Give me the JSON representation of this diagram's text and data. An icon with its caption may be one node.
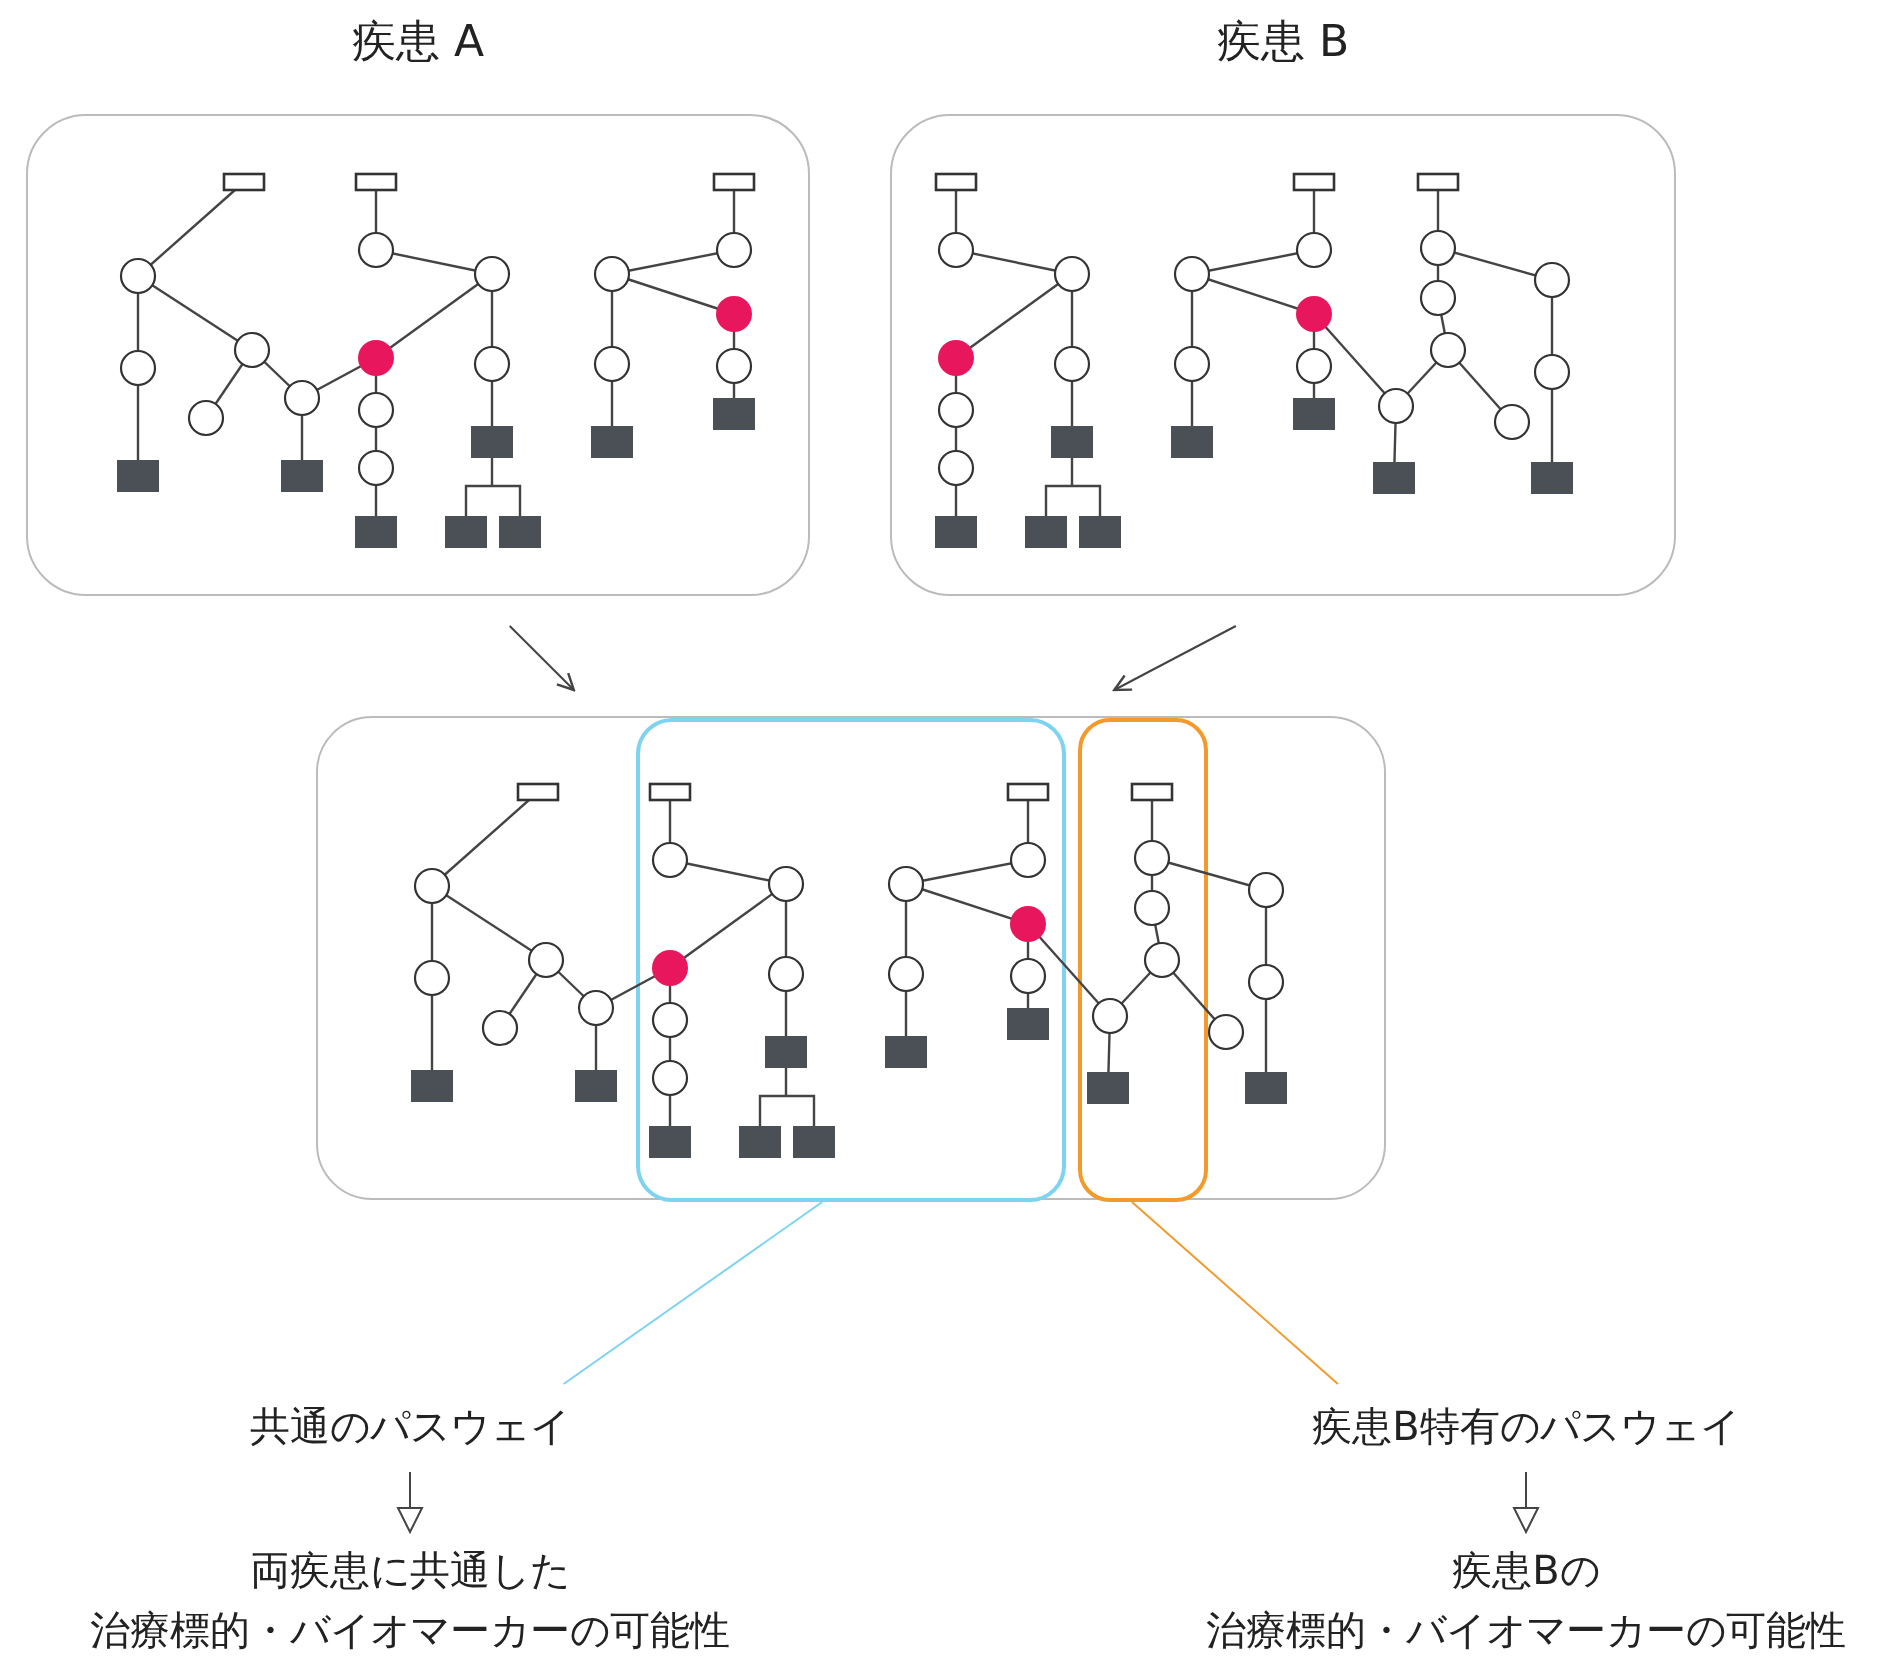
{
  "diagram": {
    "nodes": [
      {
        "text": [
          "疾患 A"
        ]
      },
      {
        "text": [
          "疾患 B"
        ]
      },
      {
        "text": [],
        "shape": "box"
      },
      {
        "text": [],
        "shape": "box",
        "in": 2
      },
      {
        "text": [],
        "shape": "box",
        "in": 2
      },
      {
        "text": [
          "共通のパスウェイ"
        ]
      },
      {
        "text": [
          "両疾患に共通した治療標的・バイオマーカーの可能性"
        ]
      },
      {
        "text": [
          "疾患B特有のパスウェイ"
        ]
      },
      {
        "text": [
          "疾患Bの治療標的・バイオマーカーの可能性"
        ]
      }
    ],
    "edges": [
      {
        "from": 0,
        "to": 2,
        "arrow": "to"
      },
      {
        "from": 1,
        "to": 2,
        "arrow": "to"
      },
      {
        "from": 3,
        "to": 5,
        "arrow": "none",
        "color": "#7dd3f0"
      },
      {
        "from": 4,
        "to": 7,
        "arrow": "none",
        "color": "#f39a2b"
      },
      {
        "from": 5,
        "to": 6,
        "arrow": "to"
      },
      {
        "from": 7,
        "to": 8,
        "arrow": "to"
      }
    ]
  }
}
